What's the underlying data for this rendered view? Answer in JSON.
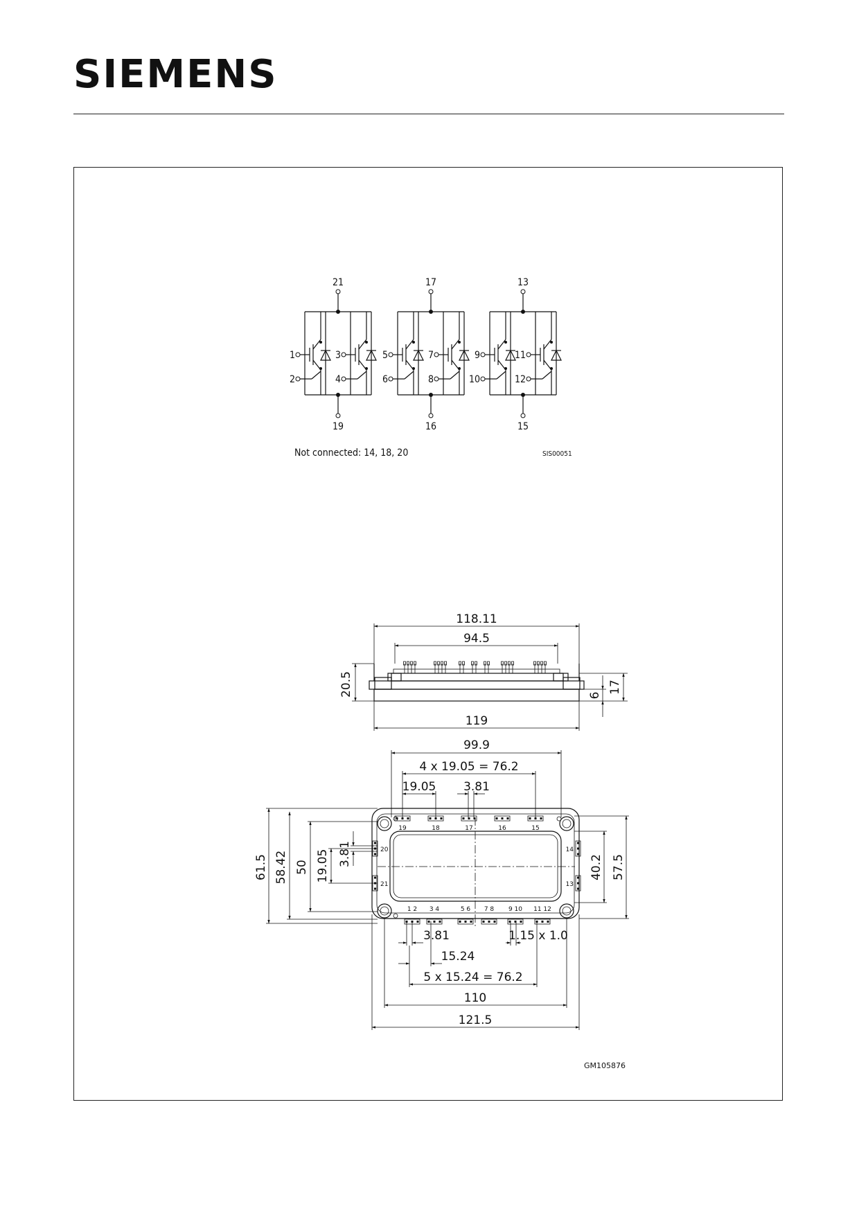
{
  "header": {
    "logo_text": "SIEMENS"
  },
  "schematic": {
    "legs": [
      {
        "top_terminal": "21",
        "bottom_terminal": "19",
        "left_gate": "1",
        "left_emitter": "2",
        "right_gate": "3",
        "right_emitter": "4"
      },
      {
        "top_terminal": "17",
        "bottom_terminal": "16",
        "left_gate": "5",
        "left_emitter": "6",
        "right_gate": "7",
        "right_emitter": "8"
      },
      {
        "top_terminal": "13",
        "bottom_terminal": "15",
        "left_gate": "9",
        "left_emitter": "10",
        "right_gate": "11",
        "right_emitter": "12"
      }
    ],
    "not_connected_note": "Not connected: 14, 18, 20",
    "figure_id": "SIS00051"
  },
  "side_view": {
    "dim_total_pin_span": "118.11",
    "dim_inner_pin_span": "94.5",
    "dim_length": "119",
    "dim_height": "20.5",
    "dim_base": "6",
    "dim_body": "17"
  },
  "top_view": {
    "dim_top_width": "99.9",
    "dim_top_pitch_total": "4 x 19.05 = 76.2",
    "dim_top_pitch": "19.05",
    "dim_top_pin_spacing": "3.81",
    "dim_outer_height": "61.5",
    "dim_hole_height": "58.42",
    "dim_body_height": "50",
    "dim_left_pitch": "19.05",
    "dim_left_pin_spacing": "3.81",
    "dim_right_inner": "40.2",
    "dim_right_outer": "57.5",
    "dim_bottom_pin_spacing": "3.81",
    "dim_pin_size": "1.15 x 1.0",
    "dim_bottom_pitch": "15.24",
    "dim_bottom_pitch_total": "5 x 15.24 = 76.2",
    "dim_hole_span": "110",
    "dim_total_width": "121.5",
    "top_pin_labels": [
      "19",
      "18",
      "17",
      "16",
      "15"
    ],
    "left_pin_labels": [
      "20",
      "21"
    ],
    "right_pin_labels": [
      "14",
      "13"
    ],
    "bottom_pin_labels": [
      "1 2",
      "3 4",
      "5 6",
      "7 8",
      "9 10",
      "11 12"
    ],
    "figure_id": "GM105876"
  }
}
